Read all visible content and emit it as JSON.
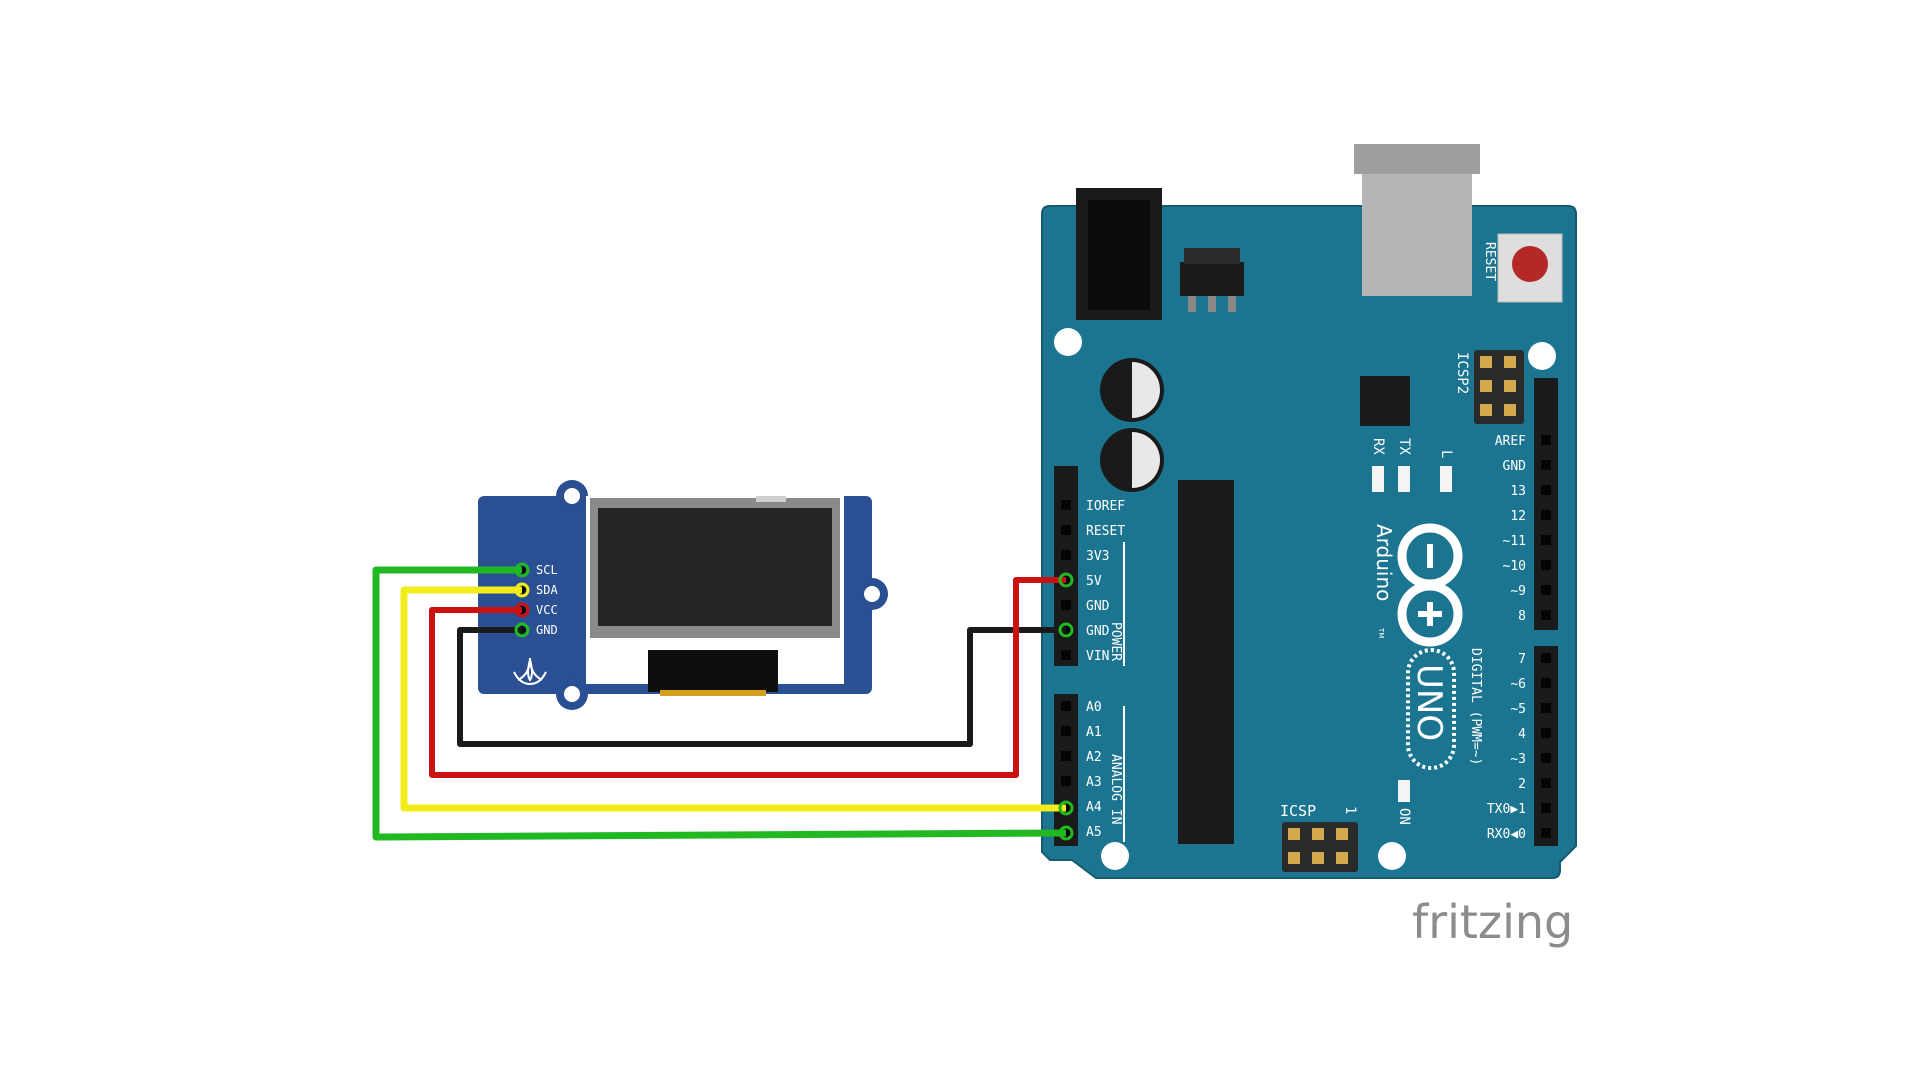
{
  "oled": {
    "pins": [
      "SCL",
      "SDA",
      "VCC",
      "GND"
    ]
  },
  "arduino": {
    "reset_label": "RESET",
    "icsp2_label": "ICSP2",
    "icsp_label": "ICSP",
    "icsp_pin1": "1",
    "brand": "Arduino",
    "tm": "TM",
    "model": "UNO",
    "on_label": "ON",
    "tx_label": "TX",
    "rx_label": "RX",
    "l_label": "L",
    "power_pins": [
      "IOREF",
      "RESET",
      "3V3",
      "5V",
      "GND",
      "GND",
      "VIN"
    ],
    "power_group": "POWER",
    "analog_pins": [
      "A0",
      "A1",
      "A2",
      "A3",
      "A4",
      "A5"
    ],
    "analog_group": "ANALOG IN",
    "digital_top_pins": [
      "AREF",
      "GND",
      "13",
      "12",
      "~11",
      "~10",
      "~9",
      "8"
    ],
    "digital_bottom_pins": [
      "7",
      "~6",
      "~5",
      "4",
      "~3",
      "2",
      "TX0▶1",
      "RX0◀0"
    ],
    "digital_group": "DIGITAL (PWM=~)"
  },
  "wires": [
    {
      "from": "SCL",
      "to": "A5",
      "color": "#22b822"
    },
    {
      "from": "SDA",
      "to": "A4",
      "color": "#f2ec1a"
    },
    {
      "from": "VCC",
      "to": "5V",
      "color": "#cc1111"
    },
    {
      "from": "GND",
      "to": "GND",
      "color": "#1a1a1a"
    }
  ],
  "colors": {
    "board": "#1b7591",
    "oled_board": "#2b4f93",
    "screen": "#242424"
  },
  "watermark": "fritzing"
}
